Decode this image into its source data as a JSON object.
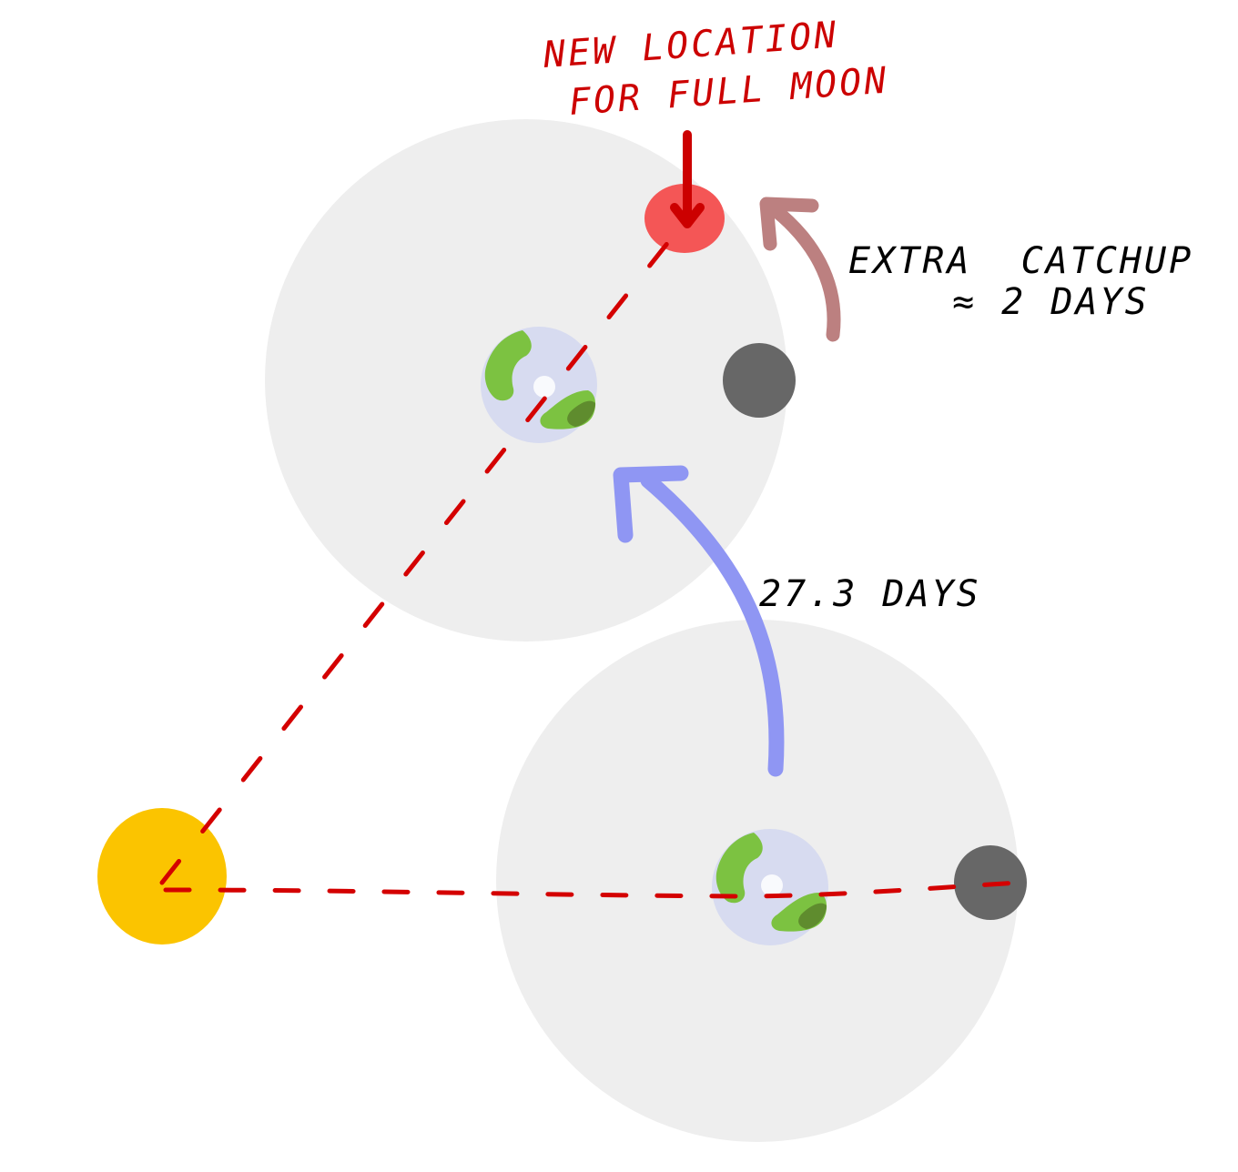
{
  "labels": {
    "new_location_line1": "NEW LOCATION",
    "new_location_line2": "FOR FULL MOON",
    "extra_catchup_line1": "EXTRA  CATCHUP",
    "extra_catchup_line2": "≈ 2 DAYS",
    "orbit_period": "27.3 DAYS"
  },
  "colors": {
    "sun": "#fbc400",
    "orbit_zone": "#eeeeee",
    "earth_ocean": "#d7dbf0",
    "earth_land": "#7cc241",
    "earth_land_dark": "#5f8c2e",
    "moon": "#676767",
    "new_moon_position": "#f45656",
    "alignment_line": "#d40000",
    "earth_orbit_arrow": "#8f96f3",
    "catchup_arrow": "#bc8080",
    "label_red": "#cc0000",
    "label_black": "#000000"
  },
  "icons": {
    "sun": "sun-icon",
    "earth": "earth-icon",
    "moon": "moon-icon",
    "new_moon": "full-moon-position-icon"
  }
}
